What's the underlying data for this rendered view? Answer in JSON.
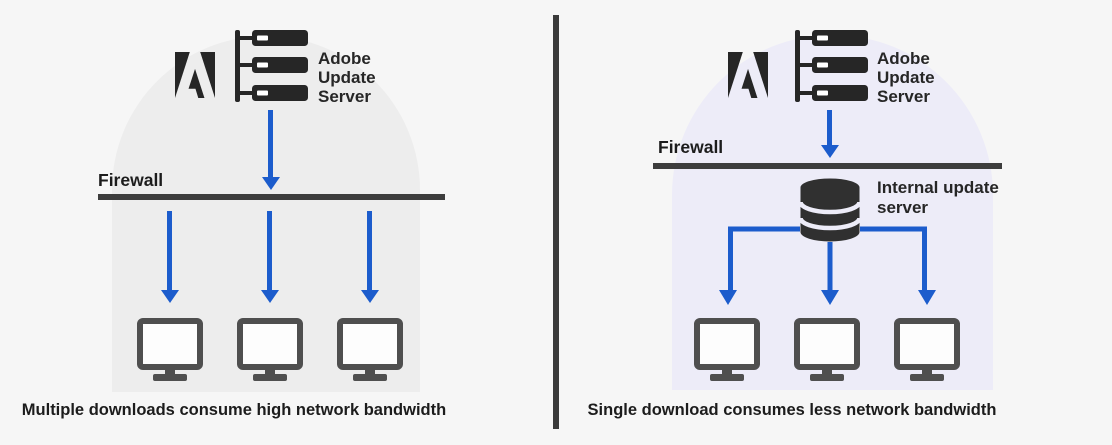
{
  "colors": {
    "background": "#f6f6f6",
    "dome_gray": "#ededed",
    "dome_lavender": "#edecf8",
    "arrow_blue": "#1c5ccc",
    "dark": "#262626",
    "line_dark": "#3d3d3d",
    "monitor_gray": "#4f4f4f",
    "text_dark": "#1c1c1c"
  },
  "icons": {
    "adobe_logo": "adobe-a-mark",
    "server_stack": "three-rack-servers",
    "database": "cylinder-stack",
    "monitor": "desktop-display",
    "arrow": "blue-down-arrow"
  },
  "left_panel": {
    "server_label": "Adobe Update Server",
    "firewall_label": "Firewall",
    "caption": "Multiple downloads consume high network bandwidth"
  },
  "right_panel": {
    "server_label": "Adobe Update Server",
    "firewall_label": "Firewall",
    "internal_server_label": "Internal update server",
    "caption": "Single download consumes less network bandwidth"
  }
}
